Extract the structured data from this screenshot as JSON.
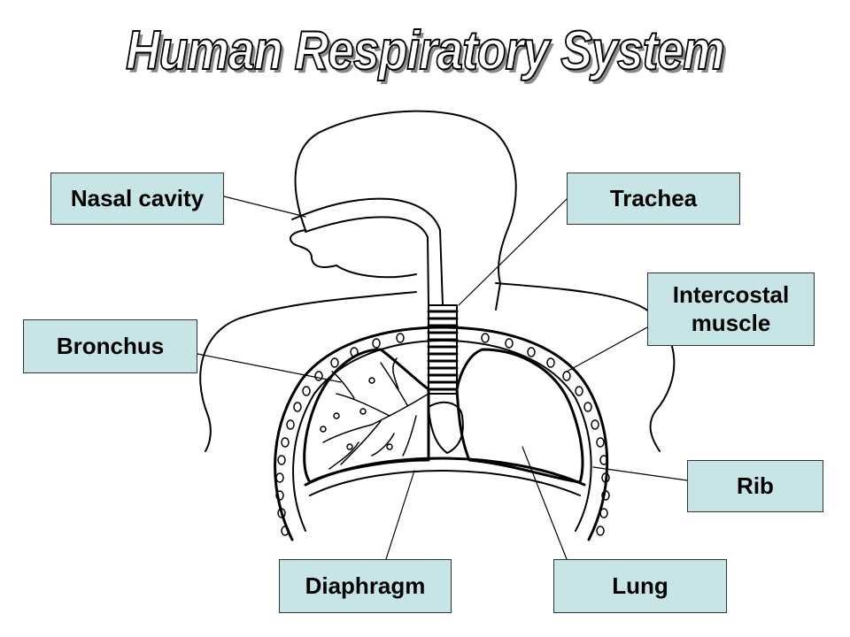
{
  "title": "Human Respiratory System",
  "labels": {
    "nasal_cavity": "Nasal cavity",
    "trachea": "Trachea",
    "intercostal_muscle_line1": "Intercostal",
    "intercostal_muscle_line2": "muscle",
    "bronchus": "Bronchus",
    "rib": "Rib",
    "diaphragm": "Diaphragm",
    "lung": "Lung"
  },
  "colors": {
    "label_background": "#c7e4e6",
    "outline": "#000000"
  }
}
